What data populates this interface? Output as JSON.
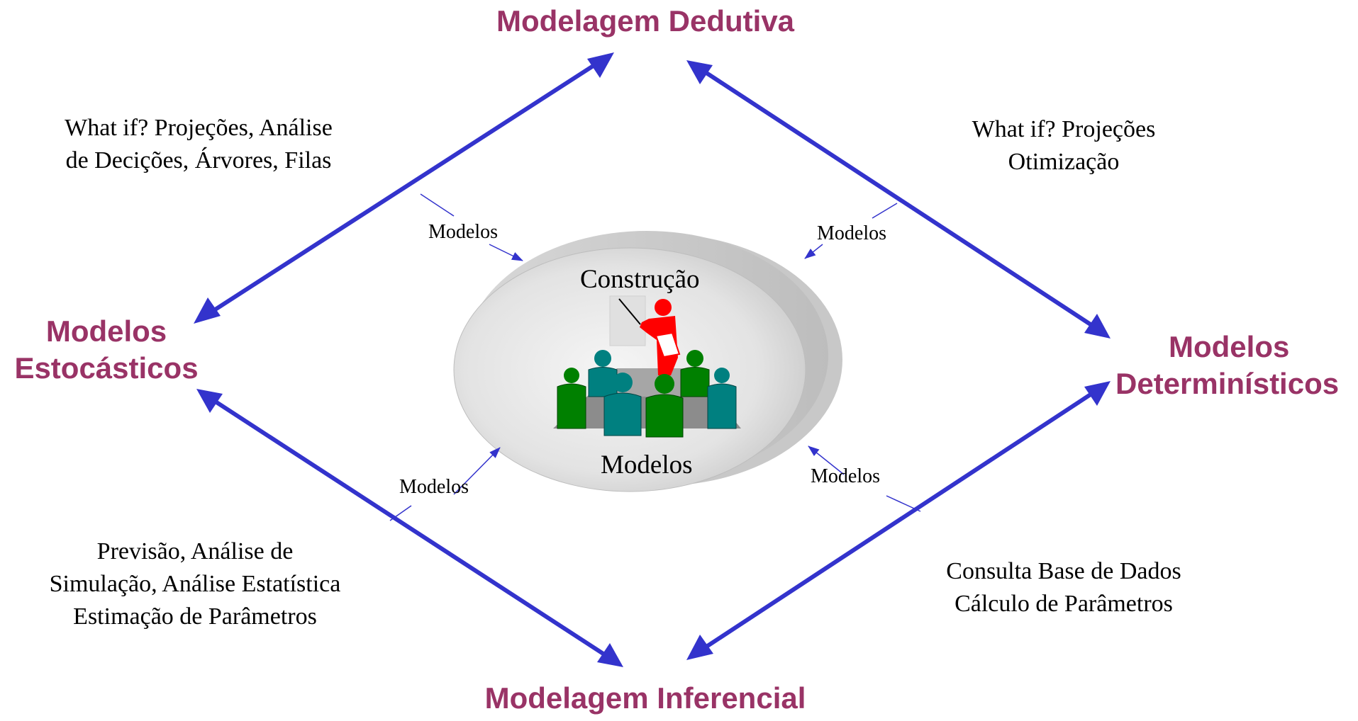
{
  "nodes": {
    "top": "Modelagem Dedutiva",
    "left": [
      "Modelos",
      "Estocásticos"
    ],
    "right": [
      "Modelos",
      "Determinísticos"
    ],
    "bottom": "Modelagem Inferencial"
  },
  "notes": {
    "top_left": [
      "What if? Projeções, Análise",
      "de Decições, Árvores, Filas"
    ],
    "top_right": [
      "What if? Projeções",
      "Otimização"
    ],
    "bottom_left": [
      "Previsão, Análise de",
      "Simulação, Análise Estatística",
      "Estimação de Parâmetros"
    ],
    "bottom_right": [
      "Consulta Base de Dados",
      "Cálculo de Parâmetros"
    ]
  },
  "connector_labels": {
    "top_left": "Modelos",
    "top_right": "Modelos",
    "bottom_left": "Modelos",
    "bottom_right": "Modelos"
  },
  "center": {
    "top_label": "Construção",
    "bottom_label": "Modelos"
  },
  "colors": {
    "arrow": "#3333cc",
    "node_text": "#993366",
    "person_red": "#ff0000",
    "person_teal": "#008080",
    "person_green": "#008000",
    "ellipse_light": "#eeeeee",
    "ellipse_shade": "#cccccc"
  }
}
